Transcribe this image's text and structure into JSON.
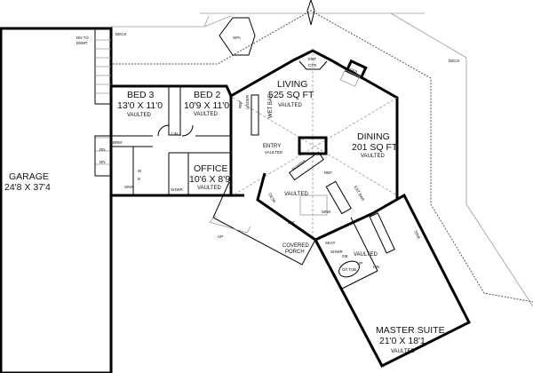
{
  "plan": {
    "decks": [
      "DECK",
      "DECK"
    ],
    "spa": "SPA",
    "stairs": {
      "line1": "DN TO",
      "line2": "BSMT"
    },
    "garage": {
      "name": "GARAGE",
      "size": "24'8 X 37'4"
    },
    "bed3": {
      "name": "BED 3",
      "size": "13'0 X 11'0",
      "note": "VAULTED"
    },
    "bed2": {
      "name": "BED 2",
      "size": "10'9 X 11'0",
      "note": "VAULTED"
    },
    "lin": "LIN",
    "brm": "BRM",
    "dn": [
      "DN",
      "DN"
    ],
    "office": {
      "name": "OFFICE",
      "size": "10'6 X 8'9",
      "note": "VAULTED"
    },
    "hall_shower": "SHWR",
    "hall_fixtures": [
      "W",
      "D",
      "SINK"
    ],
    "living": {
      "name": "LIVING",
      "size": "525 SQ FT",
      "note": "VAULTED"
    },
    "ent_ctr": {
      "line1": "ENT",
      "line2": "CTR"
    },
    "gfp": "GFP",
    "wet_bar": "WET BAR",
    "under": "UNDER",
    "wet_bar_ref": "REF",
    "entry": {
      "name": "ENTRY",
      "note": "VAULTED"
    },
    "dining": {
      "name": "DINING",
      "size": "201 SQ FT",
      "note": "VAULTED"
    },
    "pantry": "PANTRY",
    "kitchen_ref": "REF",
    "eat_bar": "EAT BAR",
    "kitchen": {
      "note": "VAULTED"
    },
    "desk": "DESK",
    "dw": "DW",
    "sink": "SINK",
    "covered_porch": {
      "line1": "COVERED",
      "line2": "PORCH"
    },
    "porch_up": "UP",
    "master_bath": {
      "note": "VAULTED",
      "shower": "SHWR",
      "tub": "O/I TUB",
      "gb": "GB",
      "up": "UP",
      "lin": "LIN",
      "seat": "SEAT",
      "sink": "SINK"
    },
    "master_suite": {
      "name": "MASTER SUITE",
      "size": "21'0 X 18'1",
      "note": "VAULTED"
    }
  }
}
